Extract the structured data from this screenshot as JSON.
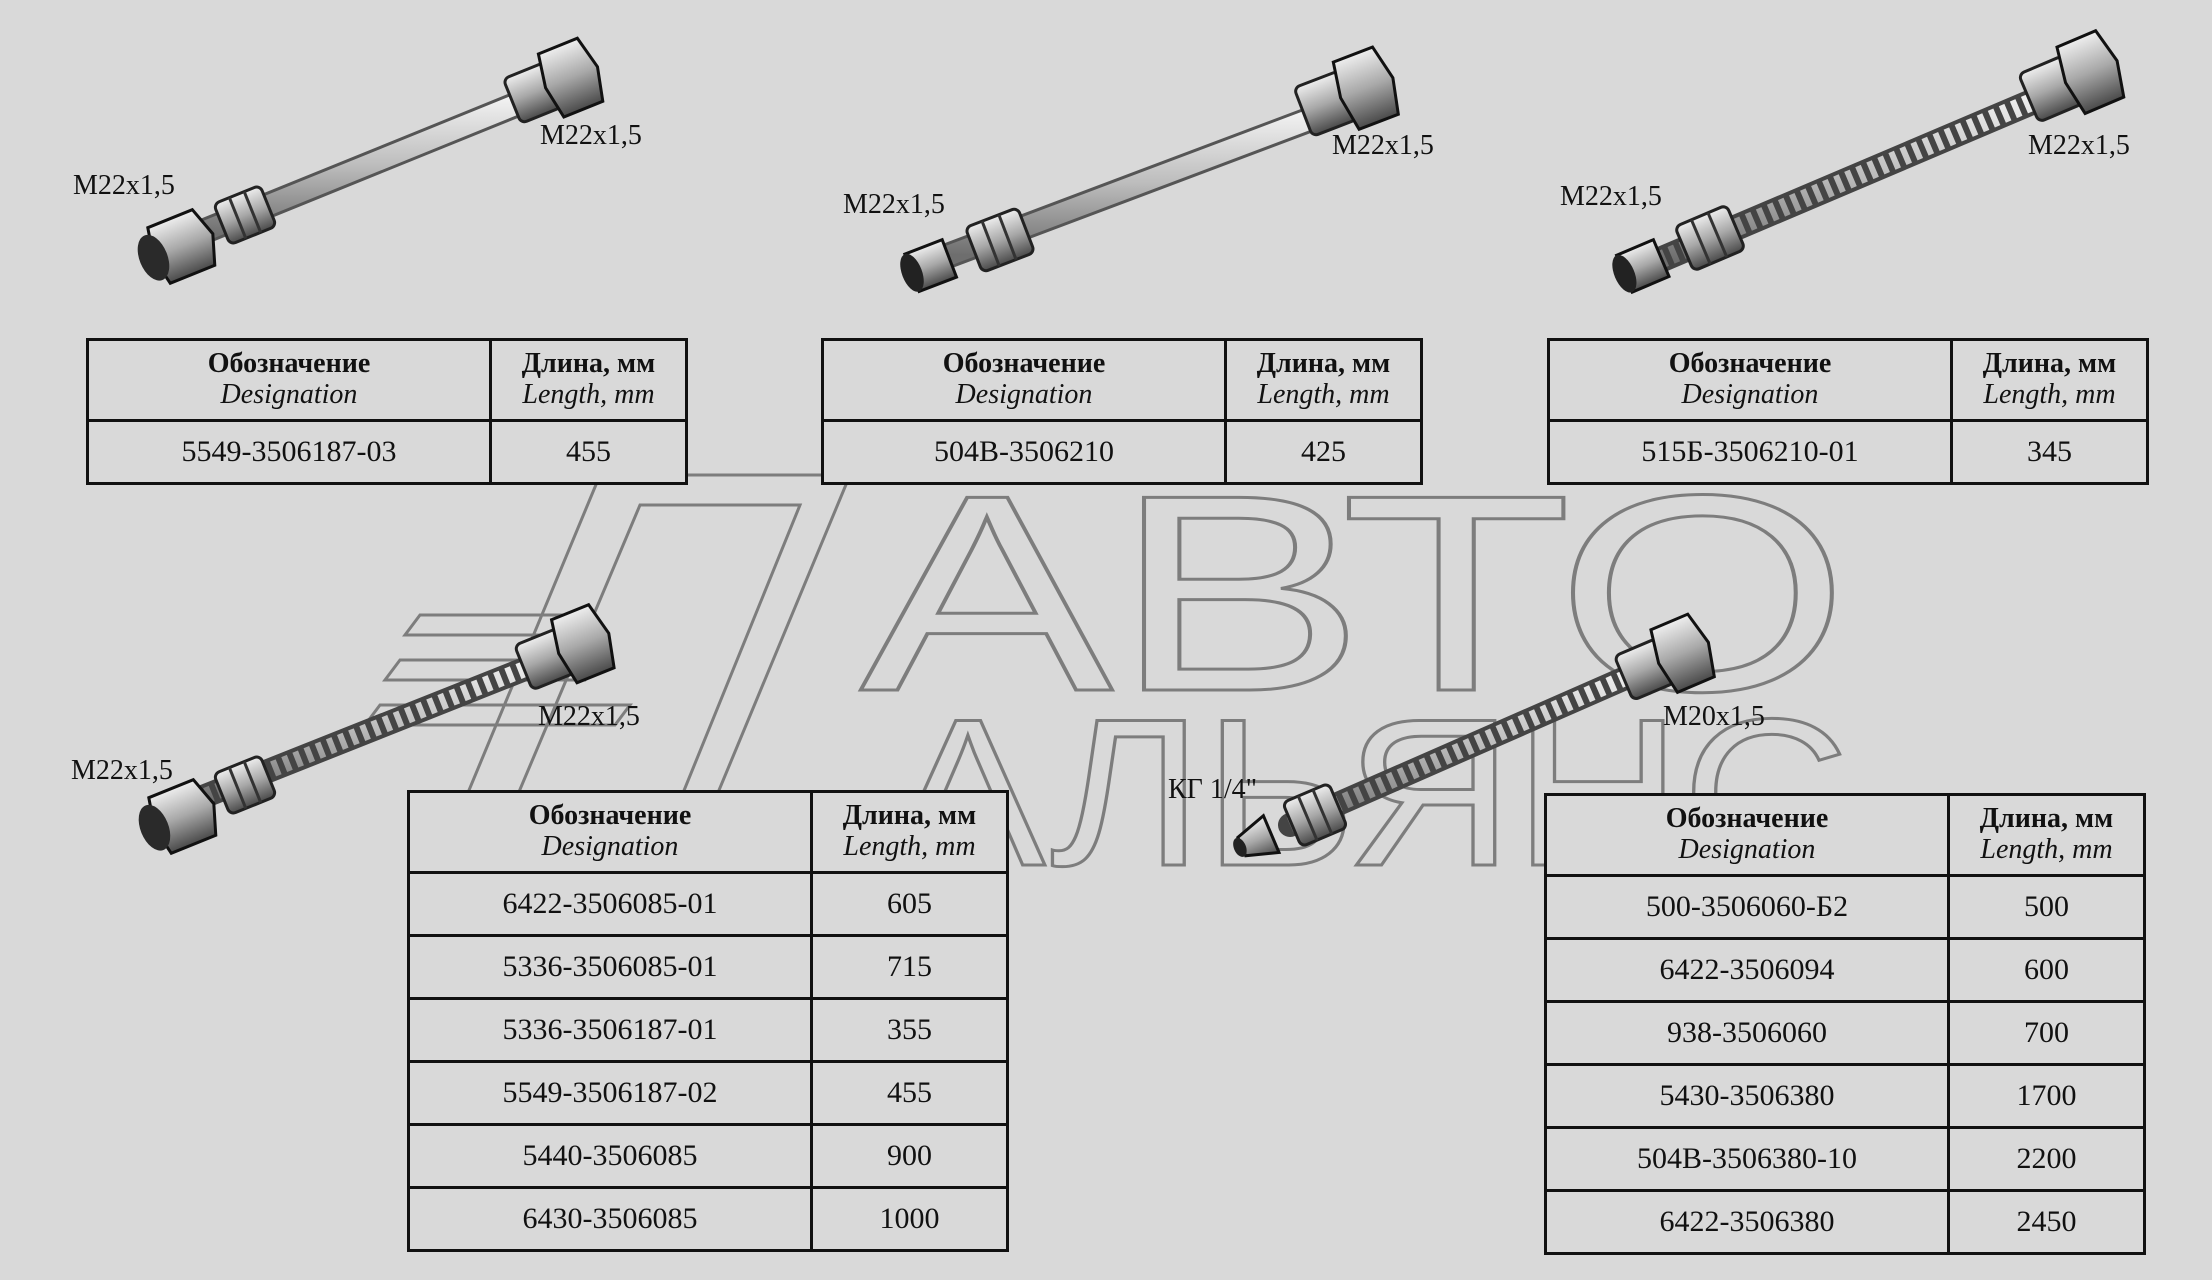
{
  "watermark": {
    "line1": "АВТО",
    "line2": "АЛЬЯНС"
  },
  "table_header": {
    "designation_ru": "Обозначение",
    "designation_en": "Designation",
    "length_ru": "Длина, мм",
    "length_en": "Length, mm"
  },
  "hoses": [
    {
      "thread_left": "M22x1,5",
      "thread_right": "M22x1,5",
      "rows": [
        {
          "designation": "5549-3506187-03",
          "length": "455"
        }
      ]
    },
    {
      "thread_left": "M22x1,5",
      "thread_right": "M22x1,5",
      "rows": [
        {
          "designation": "504В-3506210",
          "length": "425"
        }
      ]
    },
    {
      "thread_left": "M22x1,5",
      "thread_right": "M22x1,5",
      "rows": [
        {
          "designation": "515Б-3506210-01",
          "length": "345"
        }
      ]
    },
    {
      "thread_left": "M22x1,5",
      "thread_right": "M22x1,5",
      "rows": [
        {
          "designation": "6422-3506085-01",
          "length": "605"
        },
        {
          "designation": "5336-3506085-01",
          "length": "715"
        },
        {
          "designation": "5336-3506187-01",
          "length": "355"
        },
        {
          "designation": "5549-3506187-02",
          "length": "455"
        },
        {
          "designation": "5440-3506085",
          "length": "900"
        },
        {
          "designation": "6430-3506085",
          "length": "1000"
        }
      ]
    },
    {
      "thread_left": "КГ 1/4\"",
      "thread_right": "M20x1,5",
      "rows": [
        {
          "designation": "500-3506060-Б2",
          "length": "500"
        },
        {
          "designation": "6422-3506094",
          "length": "600"
        },
        {
          "designation": "938-3506060",
          "length": "700"
        },
        {
          "designation": "5430-3506380",
          "length": "1700"
        },
        {
          "designation": "504В-3506380-10",
          "length": "2200"
        },
        {
          "designation": "6422-3506380",
          "length": "2450"
        }
      ]
    }
  ]
}
